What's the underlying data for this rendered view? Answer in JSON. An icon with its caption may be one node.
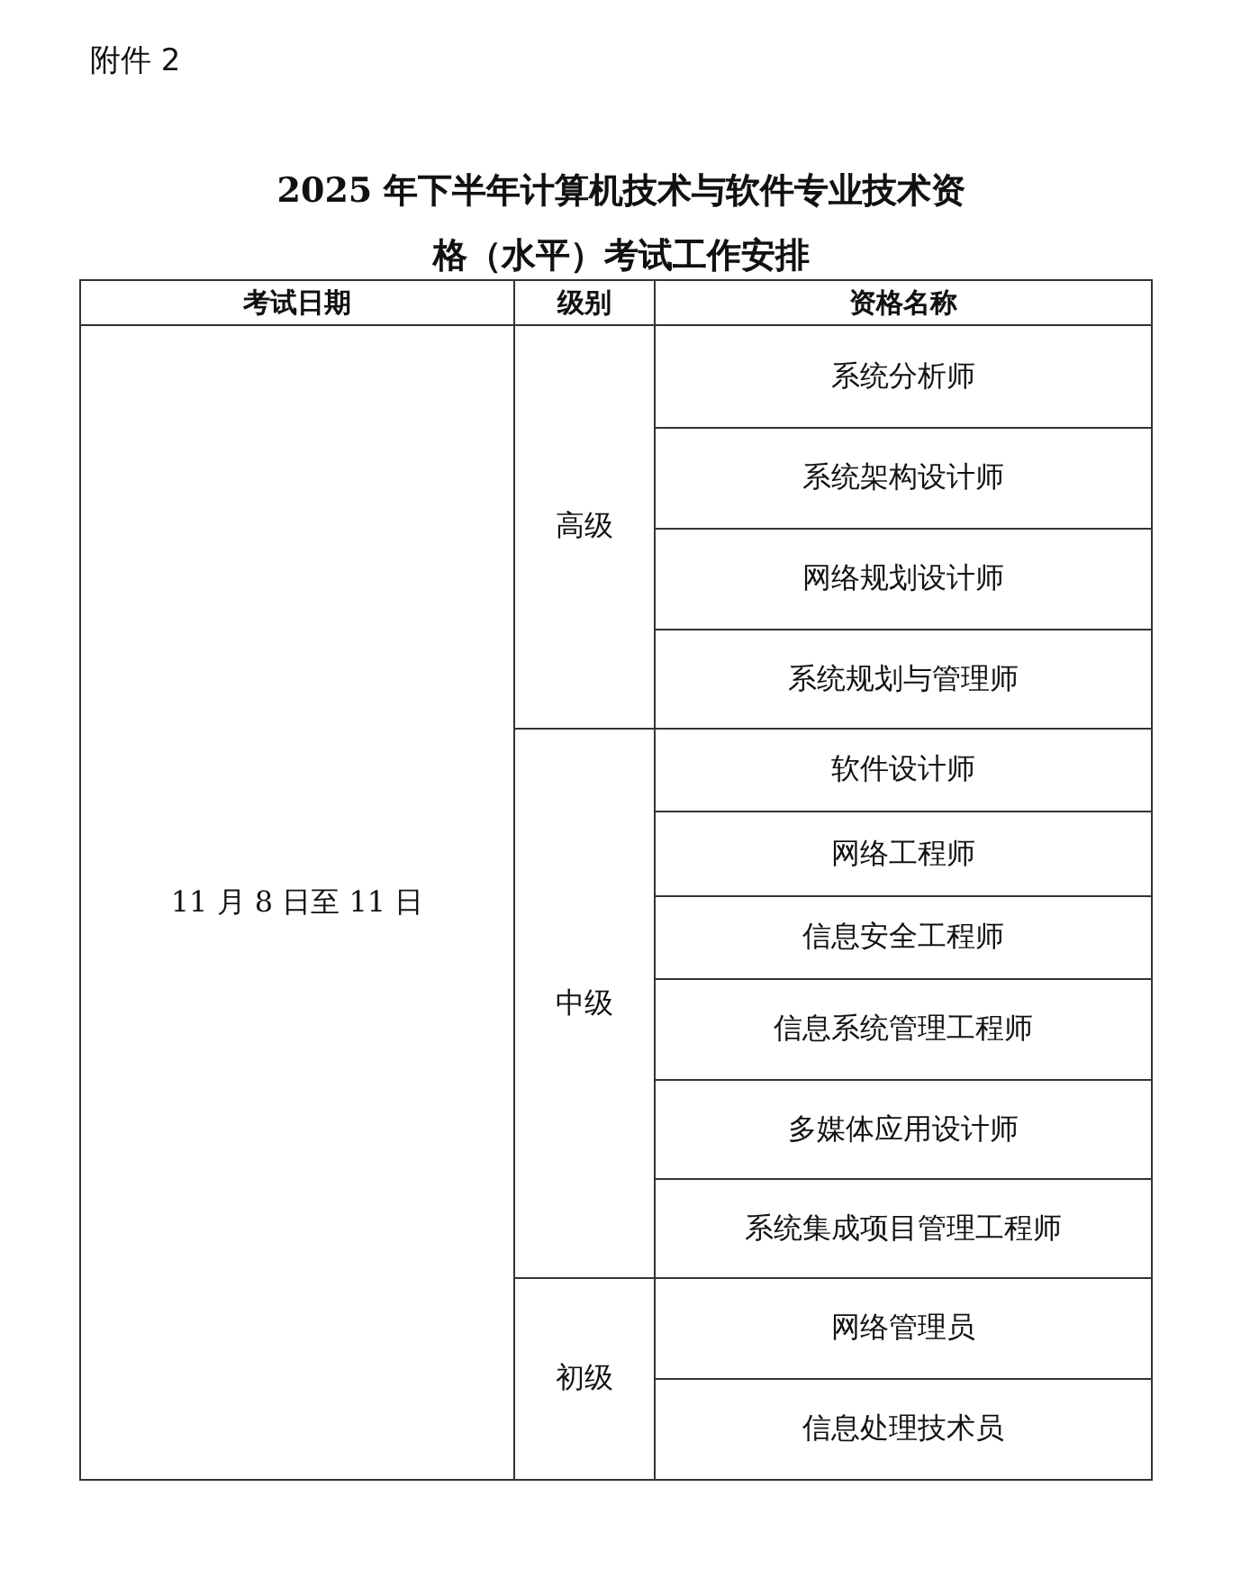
{
  "diagram": {
    "title": "2025 年下半年计算机技术与软件专业技术资格（水平）考试工作安排",
    "labels": [
      "附件 2",
      "考试日期",
      "级别",
      "资格名称",
      "11 月 8 日至 11 日",
      "高级",
      "系统分析师",
      "系统架构设计师",
      "网络规划设计师",
      "系统规划与管理师",
      "中级",
      "软件设计师",
      "网络工程师",
      "信息安全工程师",
      "信息系统管理工程师",
      "多媒体应用设计师",
      "系统集成项目管理工程师",
      "初级",
      "网络管理员",
      "信息处理技术员"
    ]
  }
}
